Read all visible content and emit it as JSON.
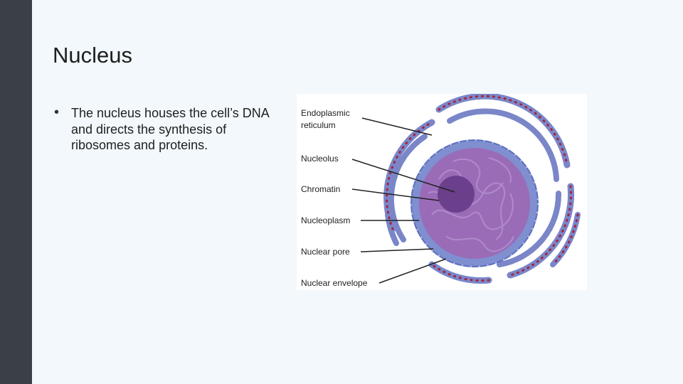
{
  "slide": {
    "title": "Nucleus",
    "bullet": "The nucleus houses the cell’s DNA and directs the synthesis of ribosomes and proteins."
  },
  "diagram": {
    "labels": {
      "endoplasmic_1": "Endoplasmic",
      "endoplasmic_2": "reticulum",
      "nucleolus": "Nucleolus",
      "chromatin": "Chromatin",
      "nucleoplasm": "Nucleoplasm",
      "nuclear_pore": "Nuclear pore",
      "nuclear_envelope": "Nuclear envelope"
    }
  }
}
